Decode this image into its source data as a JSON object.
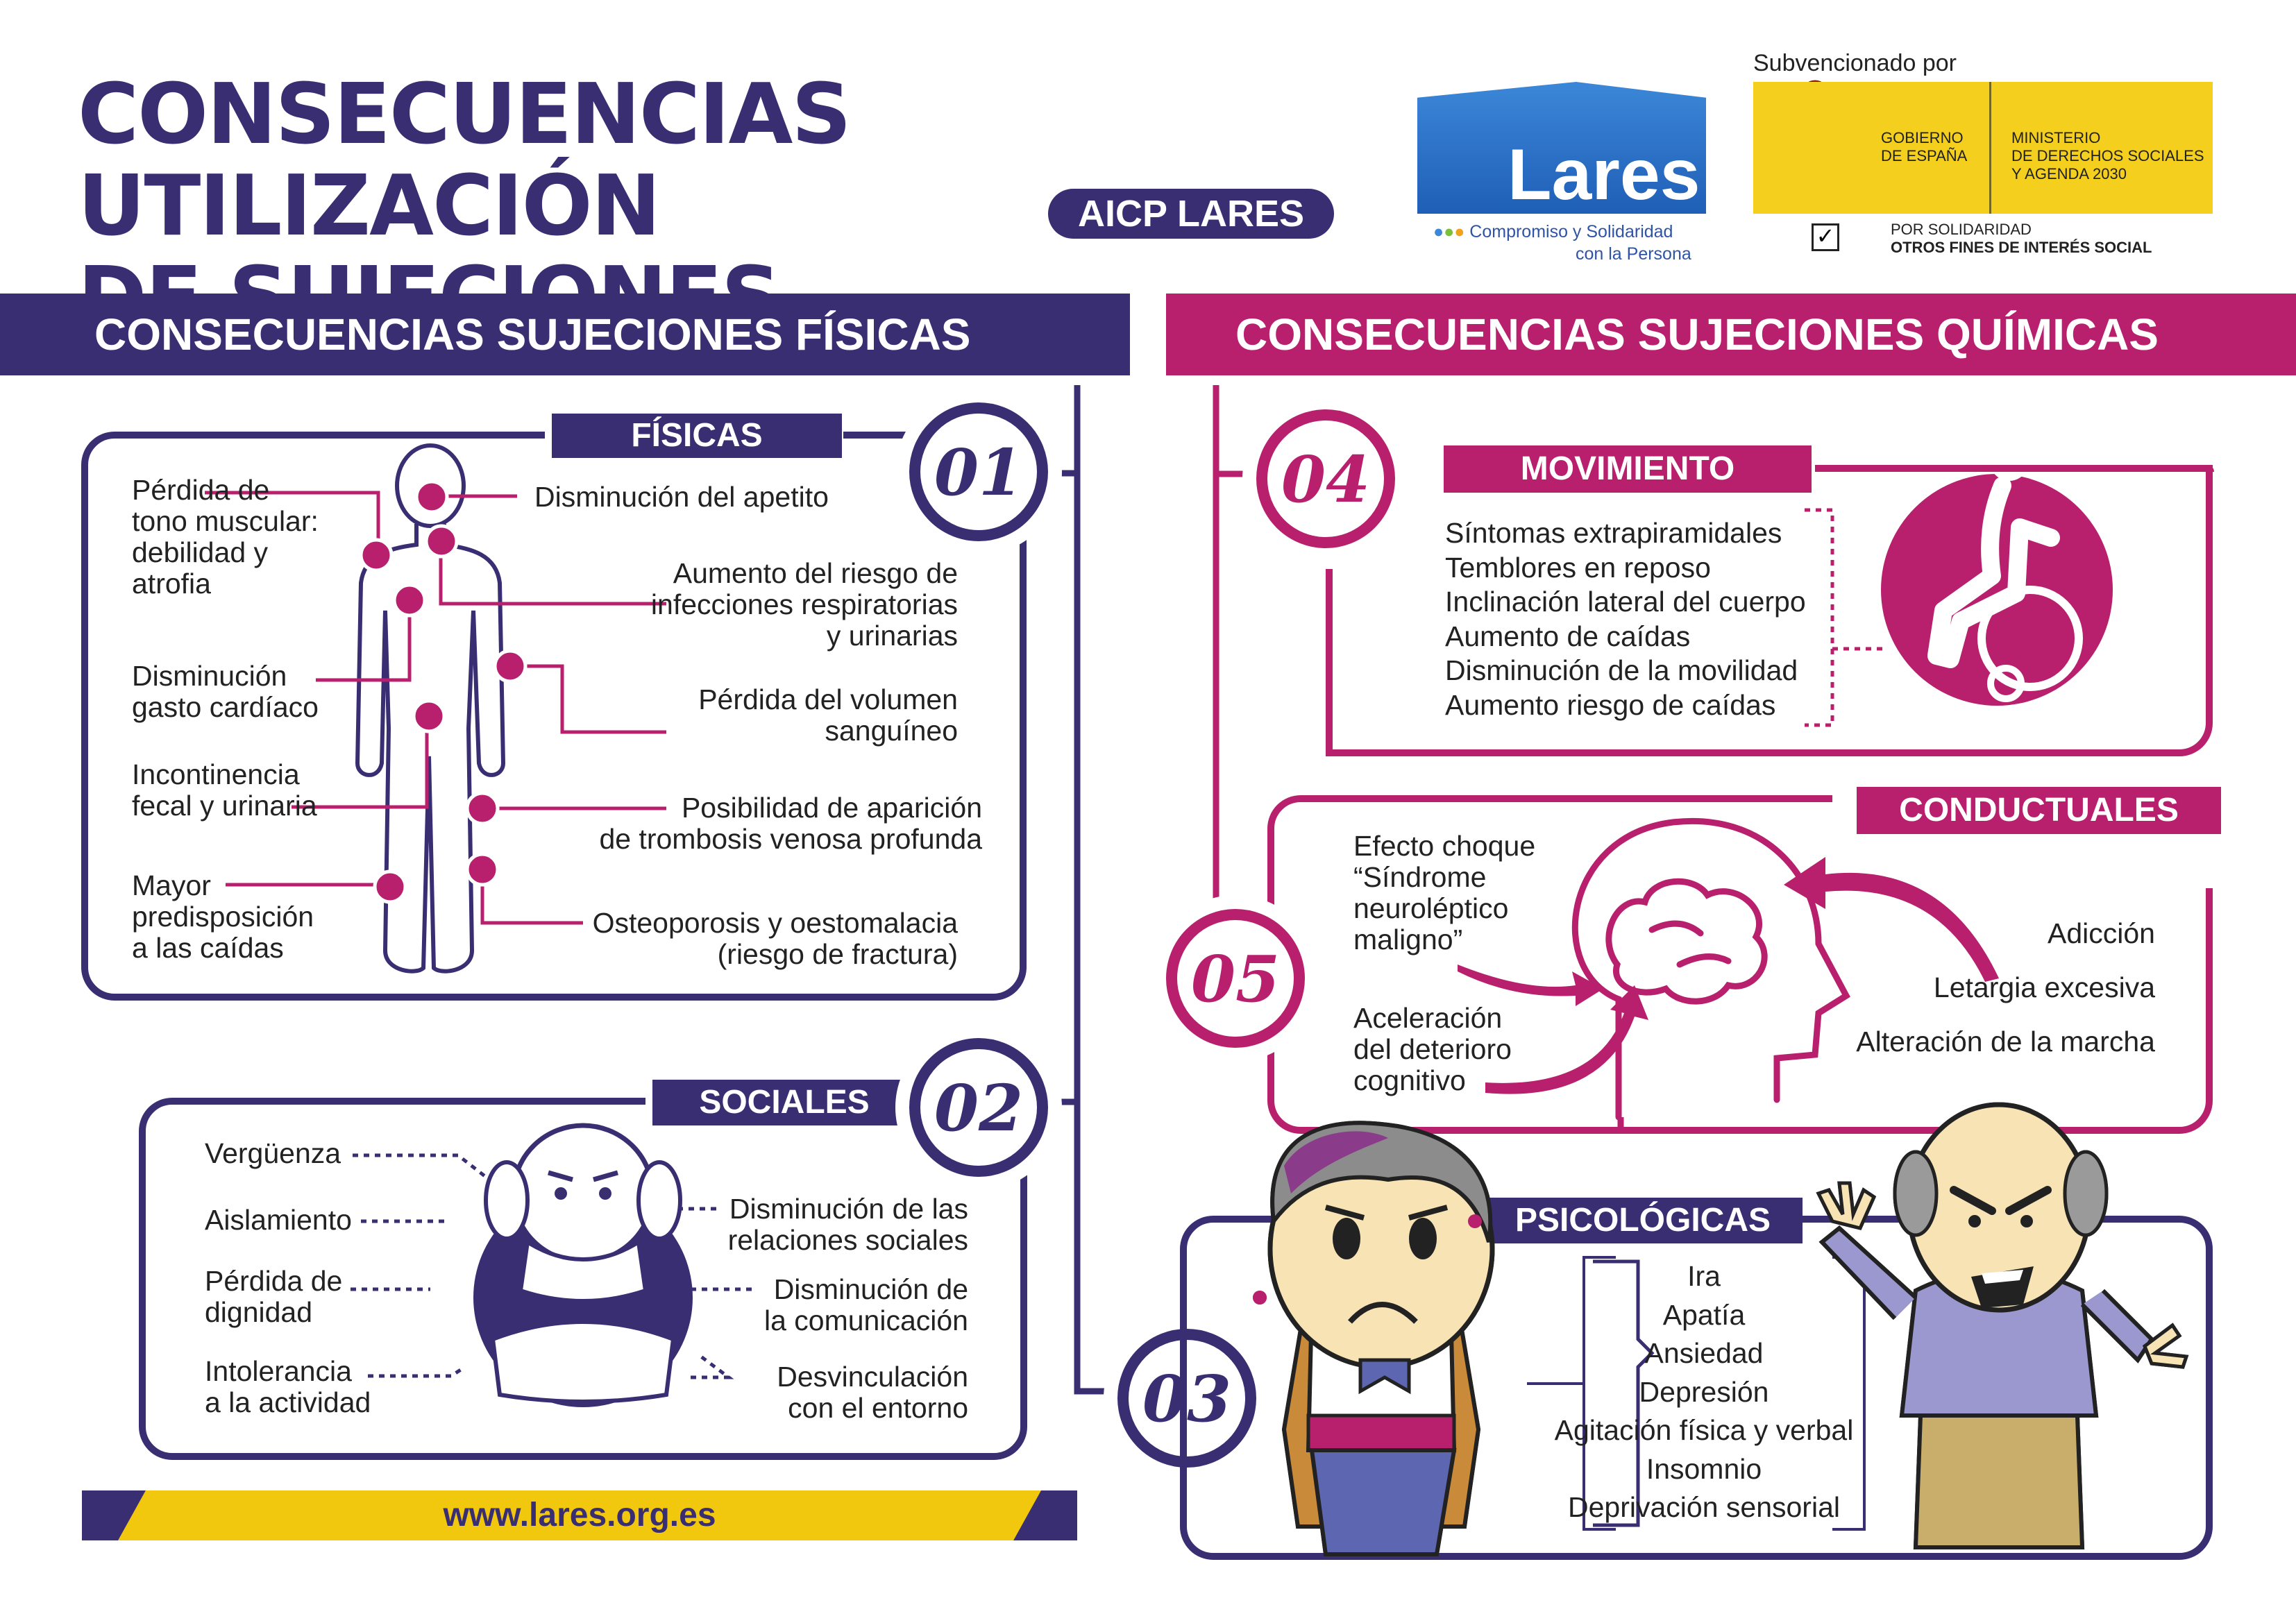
{
  "header": {
    "title_line1": "CONSECUENCIAS UTILIZACIÓN",
    "title_line2": "DE SUJECIONES",
    "badge": "AICP LARES",
    "logo_text": "Lares",
    "logo_tagline1": "Compromiso y Solidaridad",
    "logo_tagline2": "con la Persona",
    "subsidy_label": "Subvencionado por",
    "gov_line1": "GOBIERNO",
    "gov_line2": "DE ESPAÑA",
    "ministry_line1": "MINISTERIO",
    "ministry_line2": "DE DERECHOS SOCIALES",
    "ministry_line3": "Y AGENDA 2030",
    "solidarity_line1": "POR SOLIDARIDAD",
    "solidarity_line2": "OTROS FINES DE INTERÉS SOCIAL"
  },
  "colors": {
    "primary": "#3a2e73",
    "secondary": "#b8206e",
    "accent": "#f2c80f",
    "gov_yellow": "#f4cf1d"
  },
  "physical": {
    "heading": "CONSECUENCIAS SUJECIONES FÍSICAS",
    "fisicas": {
      "label": "FÍSICAS",
      "number": "01",
      "left": [
        [
          "Pérdida de",
          "tono muscular:",
          "debilidad y",
          "atrofia"
        ],
        [
          "Disminución",
          "gasto cardíaco"
        ],
        [
          "Incontinencia",
          "fecal y urinaria"
        ],
        [
          "Mayor",
          "predisposición",
          "a las caídas"
        ]
      ],
      "right": [
        [
          "Disminución del apetito"
        ],
        [
          "Aumento del riesgo de",
          "infecciones respiratorias",
          "y urinarias"
        ],
        [
          "Pérdida del volumen",
          "sanguíneo"
        ],
        [
          "Posibilidad de aparición",
          "de trombosis venosa profunda"
        ],
        [
          "Osteoporosis y oestomalacia",
          "(riesgo de fractura)"
        ]
      ]
    },
    "sociales": {
      "label": "SOCIALES",
      "number": "02",
      "left": [
        [
          "Vergüenza"
        ],
        [
          "Aislamiento"
        ],
        [
          "Pérdida de",
          "dignidad"
        ],
        [
          "Intolerancia",
          "a la actividad"
        ]
      ],
      "right": [
        [
          "Disminución de las",
          "relaciones sociales"
        ],
        [
          "Disminución de",
          "la comunicación"
        ],
        [
          "Desvinculación",
          "con el entorno"
        ]
      ]
    },
    "website": "www.lares.org.es",
    "number_03": "03"
  },
  "chemical": {
    "heading": "CONSECUENCIAS SUJECIONES QUÍMICAS",
    "movimiento": {
      "label": "MOVIMIENTO",
      "number": "04",
      "items": [
        "Síntomas extrapiramidales",
        "Temblores en reposo",
        "Inclinación lateral del cuerpo",
        "Aumento de caídas",
        "Disminución de la movilidad",
        "Aumento riesgo de caídas"
      ]
    },
    "conductuales": {
      "label": "CONDUCTUALES",
      "number": "05",
      "left": [
        [
          "Efecto choque",
          "“Síndrome",
          "neuroléptico",
          "maligno”"
        ],
        [
          "Aceleración",
          "del deterioro",
          "cognitivo"
        ]
      ],
      "right": [
        "Adicción",
        "Letargia excesiva",
        "Alteración de la marcha"
      ]
    },
    "psicologicas": {
      "label": "PSICOLÓGICAS",
      "items": [
        "Ira",
        "Apatía",
        "Ansiedad",
        "Depresión",
        "Agitación física y verbal",
        "Insomnio",
        "Deprivación sensorial"
      ]
    }
  }
}
